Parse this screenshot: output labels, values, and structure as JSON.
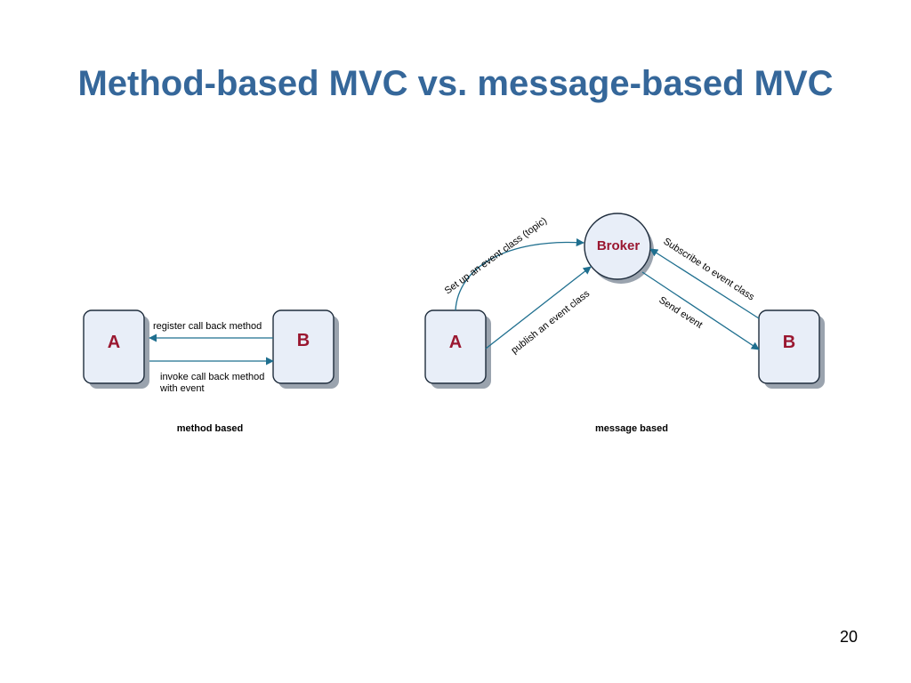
{
  "slide": {
    "title": "Method-based MVC vs. message-based MVC",
    "page_number": "20"
  },
  "colors": {
    "title": "#35679a",
    "node_fill": "#e8eef8",
    "node_stroke": "#1f2d3d",
    "node_shadow": "#9aa3ae",
    "letter": "#9a1730",
    "arrow": "#1f6f8f"
  },
  "method_diagram": {
    "node_a": "A",
    "node_b": "B",
    "register_label": "register call back method",
    "invoke_label_line1": "invoke call back method",
    "invoke_label_line2": "with event",
    "caption": "method based"
  },
  "message_diagram": {
    "node_a": "A",
    "node_b": "B",
    "broker": "Broker",
    "setup_label": "Set up an event class (topic)",
    "publish_label": "publish an event class",
    "subscribe_label": "Subscribe to event class",
    "send_label": "Send event",
    "caption": "message based"
  }
}
